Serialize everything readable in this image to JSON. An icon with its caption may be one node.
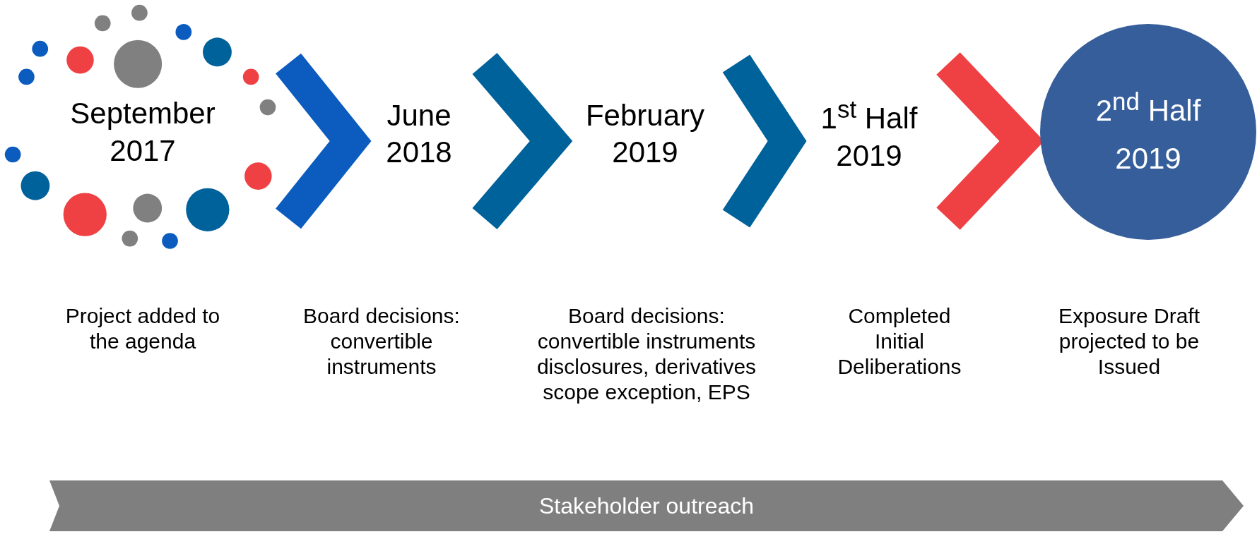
{
  "diagram": {
    "nodes": [
      {
        "text": [
          "September 2017"
        ]
      },
      {
        "text": [
          "June 2018"
        ]
      },
      {
        "text": [
          "February 2019"
        ]
      },
      {
        "text": [
          "1$^{st}$ Half 2019"
        ]
      },
      {
        "text": [
          "2$^{nd}$ Half 2019"
        ]
      },
      {
        "text": [
          "Stakeholder outreach"
        ]
      }
    ],
    "edges": [
      {
        "from": 0,
        "to": 1,
        "arrow": "to",
        "color": "#0b5cbe"
      },
      {
        "from": 1,
        "to": 2,
        "arrow": "to"
      },
      {
        "from": 2,
        "to": 3,
        "arrow": "to"
      },
      {
        "from": 3,
        "to": 4,
        "arrow": "to",
        "color": "#ef4144"
      }
    ],
    "labels": [
      "Project added to the agenda",
      "Board decisions: convertible instruments",
      "Board decisions: convertible instruments disclosures, derivatives scope exception, EPS",
      "Completed Initial Deliberations",
      "Exposure Draft projected to be Issued"
    ]
  }
}
